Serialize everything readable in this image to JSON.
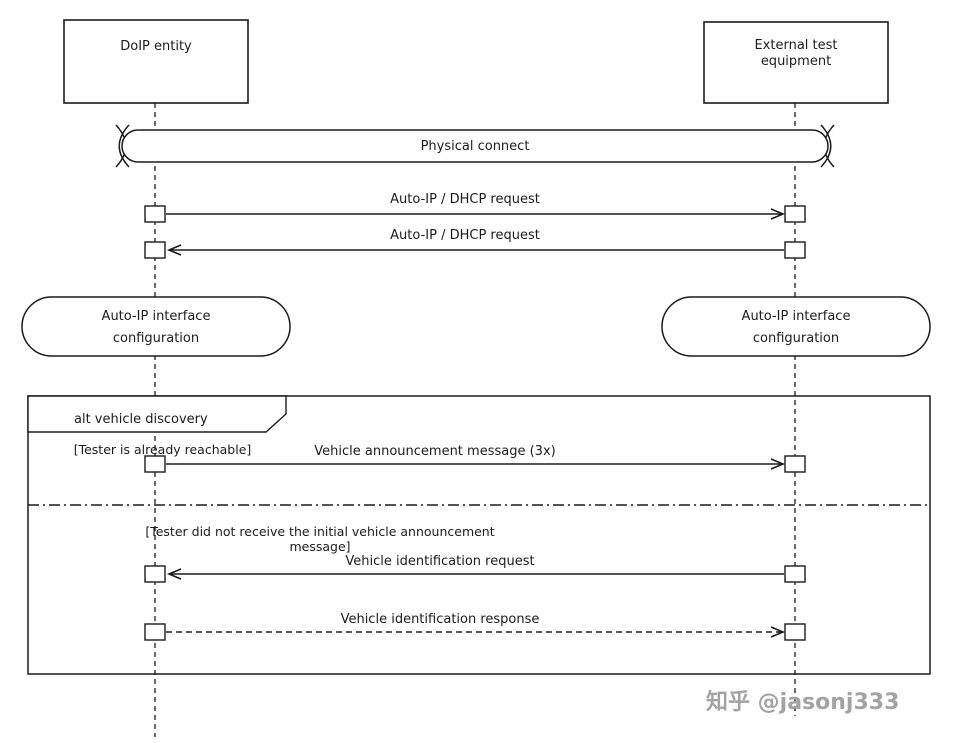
{
  "diagram": {
    "actors": {
      "left": "DoIP entity",
      "right": "External test\nequipment"
    },
    "connector": {
      "label": "Physical connect"
    },
    "messages": {
      "dhcp_request_1": "Auto-IP /  DHCP request",
      "dhcp_request_2": "Auto-IP /  DHCP request",
      "vehicle_announcement": "Vehicle announcement message (3x)",
      "vehicle_identification_request": "Vehicle identification request",
      "vehicle_identification_response": "Vehicle identification response"
    },
    "states": {
      "left": "Auto-IP interface\nconfiguration",
      "right": "Auto-IP interface\nconfiguration"
    },
    "alt_frame": {
      "label": "alt vehicle discovery",
      "guard1": "[Tester is already reachable]",
      "guard2": "[Tester did not receive the initial vehicle announcement message]"
    },
    "watermark": "知乎 @jasonj333",
    "colors": {
      "line": "#1b1b1b",
      "watermark": "#a3a3a3"
    }
  }
}
